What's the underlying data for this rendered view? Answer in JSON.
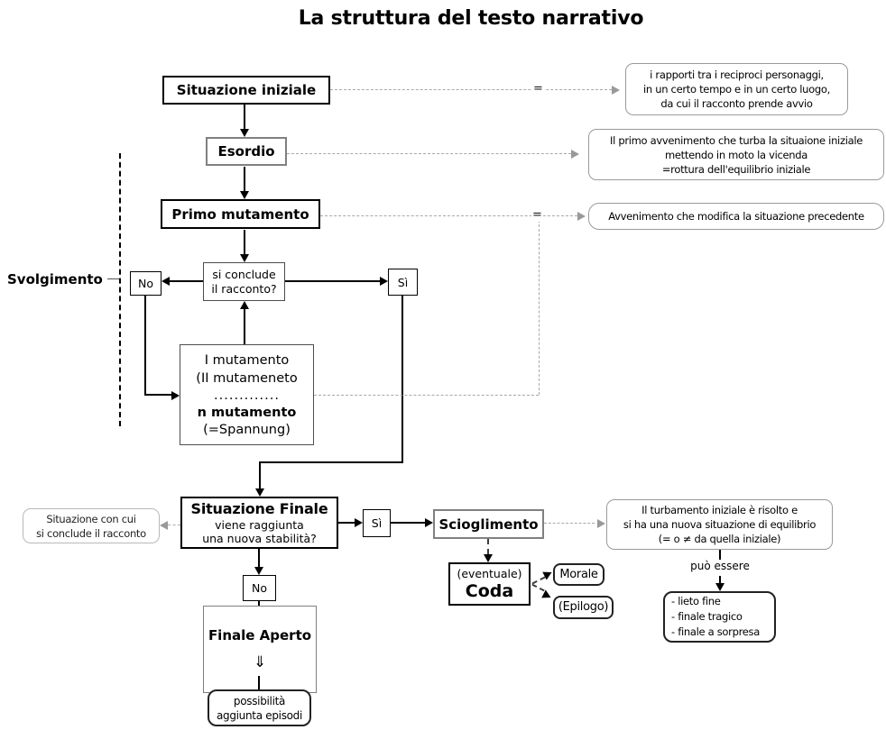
{
  "title": "La struttura del testo narrativo",
  "labels": {
    "svolgimento": "Svolgimento",
    "puo_essere": "può essere",
    "equals": "="
  },
  "colors": {
    "line": "#000000",
    "dashed_connector": "#a8a8a8",
    "gray_border": "#808080"
  },
  "nodes": {
    "situazione_iniziale": {
      "label": "Situazione iniziale"
    },
    "esordio": {
      "label": "Esordio"
    },
    "primo_mutamento": {
      "label": "Primo mutamento"
    },
    "si_conclude": {
      "lines": [
        "si conclude",
        "il racconto?"
      ]
    },
    "no_1": {
      "label": "No"
    },
    "si_1": {
      "label": "Sì"
    },
    "mutamenti": {
      "lines": [
        "I mutamento",
        "(II mutameneto",
        ".............",
        "n mutamento",
        "(=Spannung)"
      ]
    },
    "situazione_finale": {
      "title": "Situazione Finale",
      "lines": [
        "viene raggiunta",
        "una nuova stabilità?"
      ]
    },
    "si_2": {
      "label": "Sì"
    },
    "no_2": {
      "label": "No"
    },
    "scioglimento": {
      "label": "Scioglimento"
    },
    "coda": {
      "prefix": "(eventuale)",
      "label": "Coda"
    },
    "finale_aperto": {
      "label": "Finale Aperto",
      "arrow": "⇓"
    },
    "morale": {
      "label": "Morale"
    },
    "epilogo": {
      "label": "(Epilogo)"
    }
  },
  "annotations": {
    "rapporti": {
      "lines": [
        "i rapporti tra i reciproci personaggi,",
        "in un certo tempo e in un certo luogo,",
        "da cui il racconto prende avvio"
      ]
    },
    "primo_avvenimento": {
      "lines": [
        "Il primo avvenimento che turba la situaione iniziale",
        "mettendo in moto la vicenda",
        "=rottura dell'equilibrio iniziale"
      ]
    },
    "avvenimento_modifica": {
      "lines": [
        "Avvenimento che modifica la situazione precedente"
      ]
    },
    "situazione_conclusione": {
      "lines": [
        "Situazione con cui",
        "si conclude il racconto"
      ]
    },
    "turbamento": {
      "lines": [
        "Il turbamento iniziale è risolto e",
        "si ha una nuova situazione di equilibrio",
        "(= o ≠ da quella iniziale)"
      ]
    },
    "tipi_finale": {
      "lines": [
        "- lieto fine",
        "- finale tragico",
        "- finale a sorpresa"
      ]
    },
    "possibilita": {
      "lines": [
        "possibilità",
        "aggiunta episodi"
      ]
    }
  }
}
